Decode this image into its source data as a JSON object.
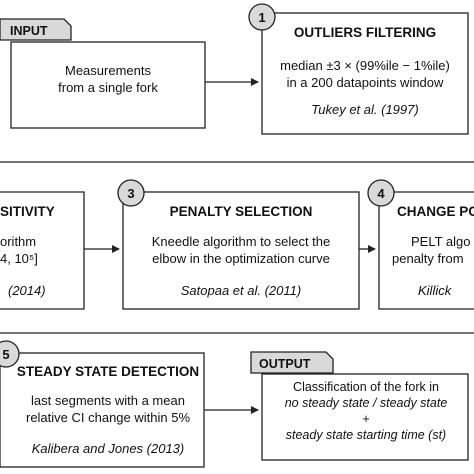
{
  "row1": {
    "input": {
      "tag": "INPUT",
      "lines": [
        "Measurements",
        "from a single fork"
      ]
    },
    "step1": {
      "number": "1",
      "title": "OUTLIERS FILTERING",
      "lines": [
        "median ±3 × (99%ile − 1%ile)",
        "in a 200 datapoints window"
      ],
      "citation": "Tukey et al. (1997)"
    }
  },
  "row2": {
    "step2": {
      "title": "SITIVITY",
      "lines": [
        "orithm",
        "4, 10⁵]"
      ],
      "citation": "(2014)"
    },
    "step3": {
      "number": "3",
      "title": "PENALTY SELECTION",
      "lines": [
        "Kneedle algorithm to select the",
        "elbow in the optimization curve"
      ],
      "citation": "Satopaa et al. (2011)"
    },
    "step4": {
      "number": "4",
      "title": "CHANGE PO",
      "lines": [
        "PELT algo",
        "penalty from"
      ],
      "citation": "Killick"
    }
  },
  "row3": {
    "step5": {
      "number": "5",
      "title": "STEADY STATE DETECTION",
      "lines": [
        "last segments with a mean",
        "relative CI change within 5%"
      ],
      "citation": "Kalibera and Jones (2013)"
    },
    "output": {
      "tag": "OUTPUT",
      "line1": "Classification of the fork in",
      "line2": "no steady state / steady state",
      "plus": "+",
      "line4": "steady state starting time (st)"
    }
  }
}
